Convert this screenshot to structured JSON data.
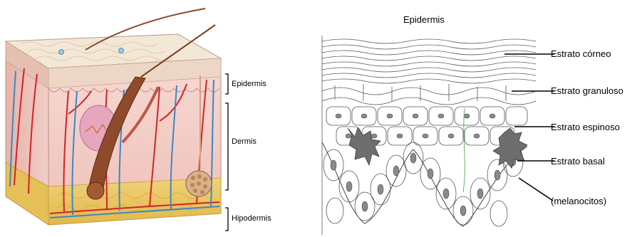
{
  "left_figure": {
    "labels": {
      "epidermis": "Epidermis",
      "dermis": "Dermis",
      "hypodermis": "Hipodermis"
    }
  },
  "right_figure": {
    "title": "Epidermis",
    "labels": {
      "corneum": "Estrato córneo",
      "granulosum": "Estrato granuloso",
      "spinosum": "Estrato espinoso",
      "basale": "Estrato basal",
      "melanocytes": "(melanocitos)"
    }
  },
  "colors": {
    "skin_surface": "#f3e6d2",
    "epidermis_side": "#e8c4b8",
    "dermis": "#f2c9c2",
    "hypodermis_fat": "#e8c45a",
    "artery": "#d2232a",
    "vein": "#3f86c4",
    "hair": "#7a3b1e",
    "sketch_gray": "#555555",
    "melanocyte": "#6e6e6e"
  }
}
